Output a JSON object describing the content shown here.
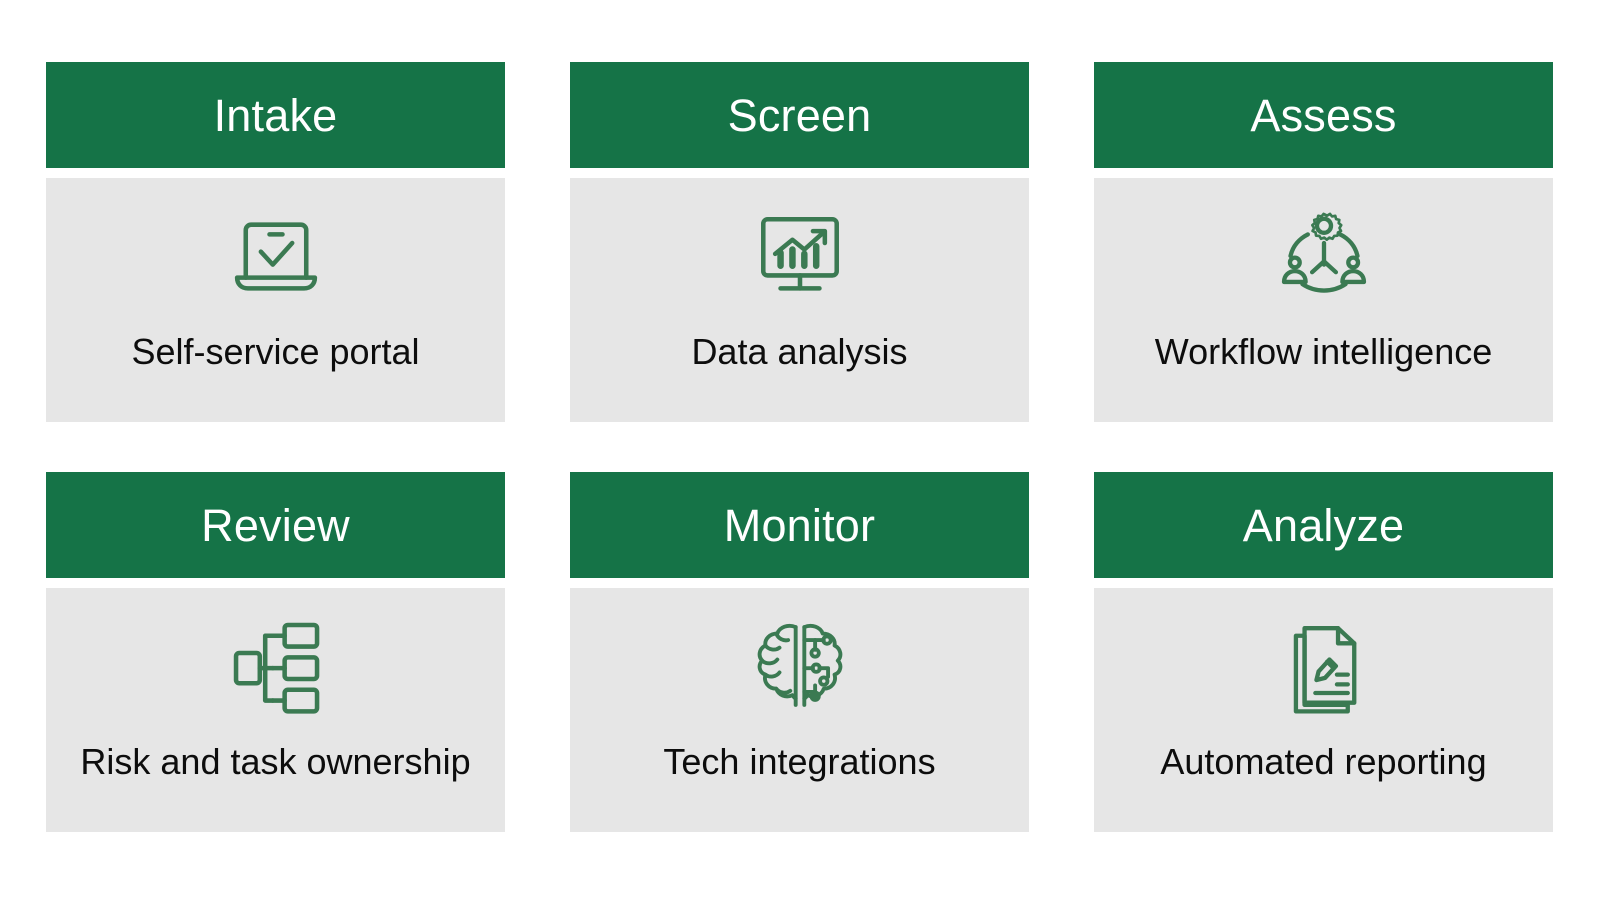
{
  "colors": {
    "header_green": "#157347",
    "body_gray": "#E6E6E6",
    "icon_green": "#3B7A52",
    "title_text": "#FFFFFF",
    "label_text": "#0D0D0D",
    "canvas": "#FFFFFF"
  },
  "stages": [
    {
      "title": "Intake",
      "label": "Self-service portal",
      "icon": "laptop-check-icon"
    },
    {
      "title": "Screen",
      "label": "Data analysis",
      "icon": "monitor-chart-growth-icon"
    },
    {
      "title": "Assess",
      "label": "Workflow intelligence",
      "icon": "gear-people-network-icon"
    },
    {
      "title": "Review",
      "label": "Risk and task ownership",
      "icon": "org-hierarchy-icon"
    },
    {
      "title": "Monitor",
      "label": "Tech integrations",
      "icon": "brain-circuit-icon"
    },
    {
      "title": "Analyze",
      "label": "Automated reporting",
      "icon": "documents-pencil-icon"
    }
  ]
}
